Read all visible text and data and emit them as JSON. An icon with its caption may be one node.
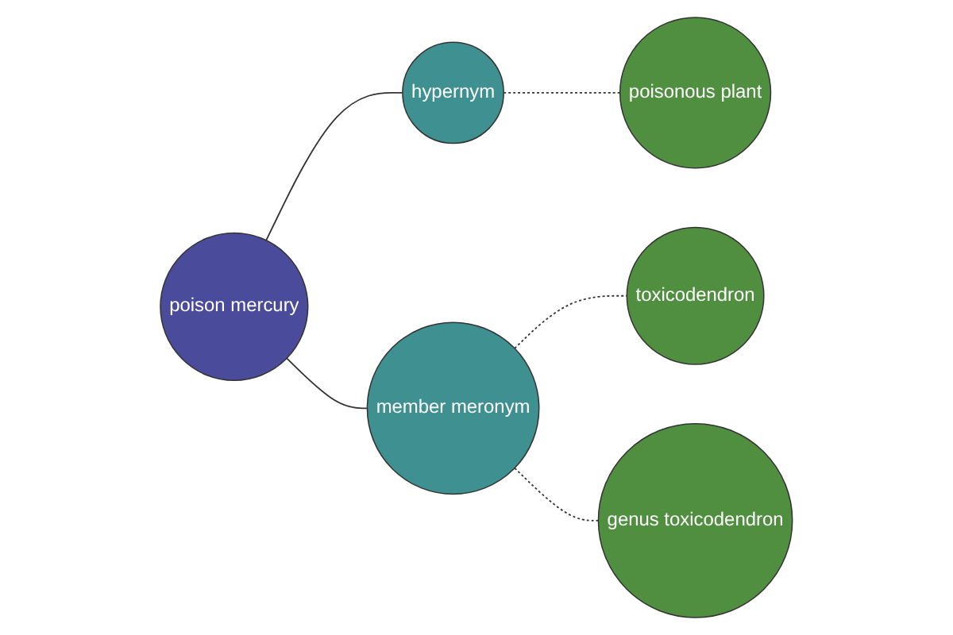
{
  "diagram": {
    "nodes": [
      {
        "text": [
          "poison mercury"
        ]
      },
      {
        "text": [
          "hypernym"
        ]
      },
      {
        "text": [
          "poisonous plant"
        ]
      },
      {
        "text": [
          "member meronym"
        ]
      },
      {
        "text": [
          "toxicodendron"
        ]
      },
      {
        "text": [
          "genus toxicodendron"
        ]
      }
    ],
    "edges": [
      {
        "from": 0,
        "to": 1,
        "arrow": "none"
      },
      {
        "from": 1,
        "to": 2,
        "arrow": "none",
        "style": "dashed"
      },
      {
        "from": 0,
        "to": 3,
        "arrow": "none"
      },
      {
        "from": 3,
        "to": 4,
        "arrow": "none",
        "style": "dashed"
      },
      {
        "from": 3,
        "to": 5,
        "arrow": "none",
        "style": "dashed"
      }
    ]
  }
}
